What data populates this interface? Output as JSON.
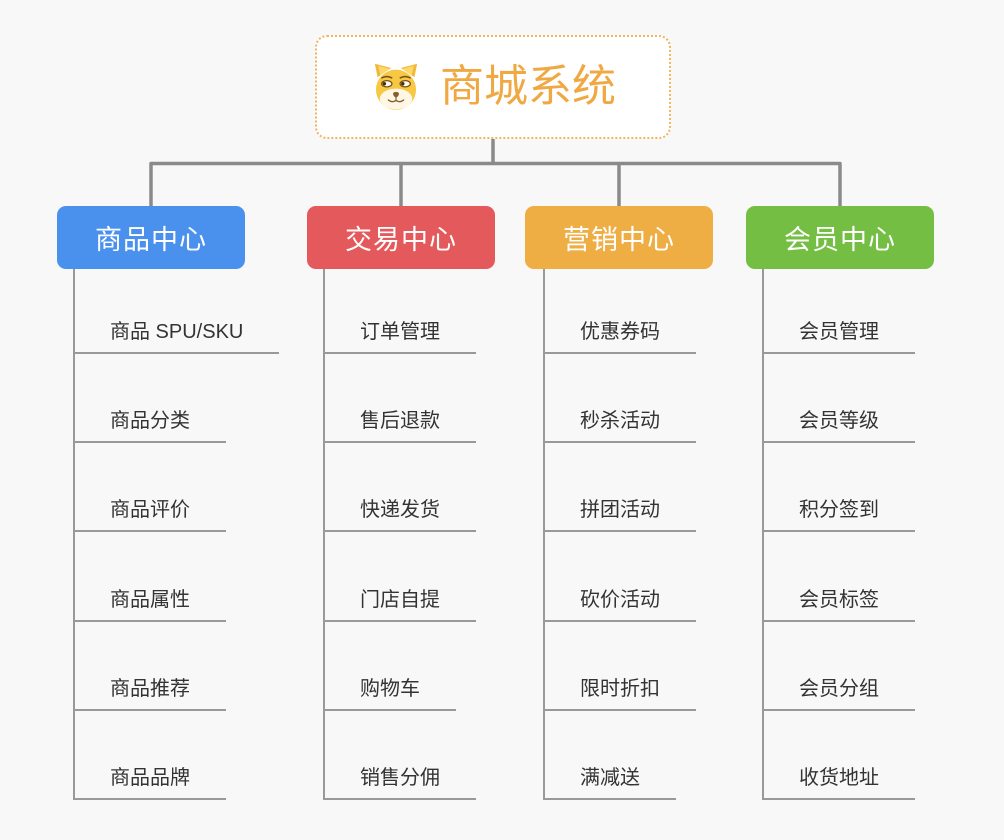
{
  "canvas": {
    "background": "#f8f8f8"
  },
  "root_node": {
    "icon": "dog-face-icon",
    "title": "商城系统",
    "title_color": "#F0A843",
    "border_color": "#F2B35C",
    "background": "#ffffff"
  },
  "colors": {
    "connector": "#8A8A8A",
    "branch_line": "#999999",
    "child_text": "#333333",
    "header_text": "#ffffff"
  },
  "branches": [
    {
      "id": "product-center",
      "label": "商品中心",
      "color": "#4A91EE",
      "children": [
        "商品 SPU/SKU",
        "商品分类",
        "商品评价",
        "商品属性",
        "商品推荐",
        "商品品牌"
      ]
    },
    {
      "id": "trade-center",
      "label": "交易中心",
      "color": "#E4595B",
      "children": [
        "订单管理",
        "售后退款",
        "快递发货",
        "门店自提",
        "购物车",
        "销售分佣"
      ]
    },
    {
      "id": "marketing-center",
      "label": "营销中心",
      "color": "#EEAE44",
      "children": [
        "优惠券码",
        "秒杀活动",
        "拼团活动",
        "砍价活动",
        "限时折扣",
        "满减送"
      ]
    },
    {
      "id": "member-center",
      "label": "会员中心",
      "color": "#73BE43",
      "children": [
        "会员管理",
        "会员等级",
        "积分签到",
        "会员标签",
        "会员分组",
        "收货地址"
      ]
    }
  ]
}
